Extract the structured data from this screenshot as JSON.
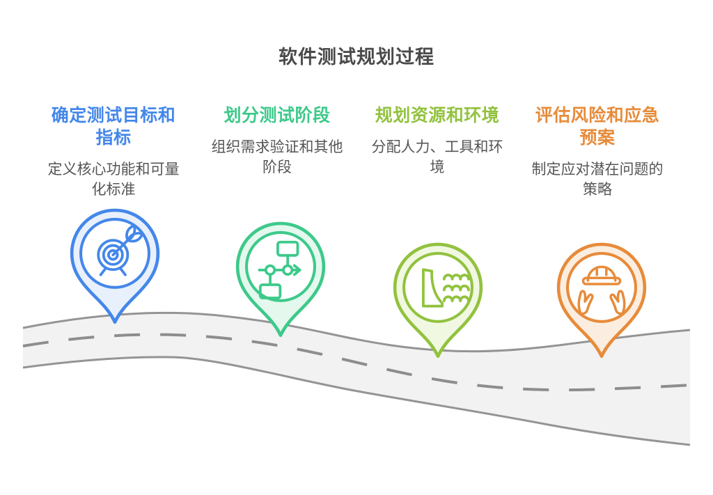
{
  "page": {
    "title": "软件测试规划过程",
    "background": "#ffffff",
    "title_color": "#4a4a4a",
    "body_text_color": "#555555"
  },
  "road": {
    "fill": "#f2f2f2",
    "border": "#949494",
    "dash_color": "#8d8d8d"
  },
  "steps": [
    {
      "heading": "确定测试目标和指标",
      "description": "定义核心功能和可量化标准",
      "color": "#4487ea",
      "tint": "#e8f0fc",
      "icon": "target-arrow-icon"
    },
    {
      "heading": "划分测试阶段",
      "description": "组织需求验证和其他阶段",
      "color": "#3dc98a",
      "tint": "#e4f8ee",
      "icon": "flowchart-icon"
    },
    {
      "heading": "规划资源和环境",
      "description": "分配人力、工具和环境",
      "color": "#92c23f",
      "tint": "#f1f8e2",
      "icon": "dam-water-icon"
    },
    {
      "heading": "评估风险和应急预案",
      "description": "制定应对潜在问题的策略",
      "color": "#e78b3a",
      "tint": "#fbeee0",
      "icon": "hands-helmet-icon"
    }
  ]
}
